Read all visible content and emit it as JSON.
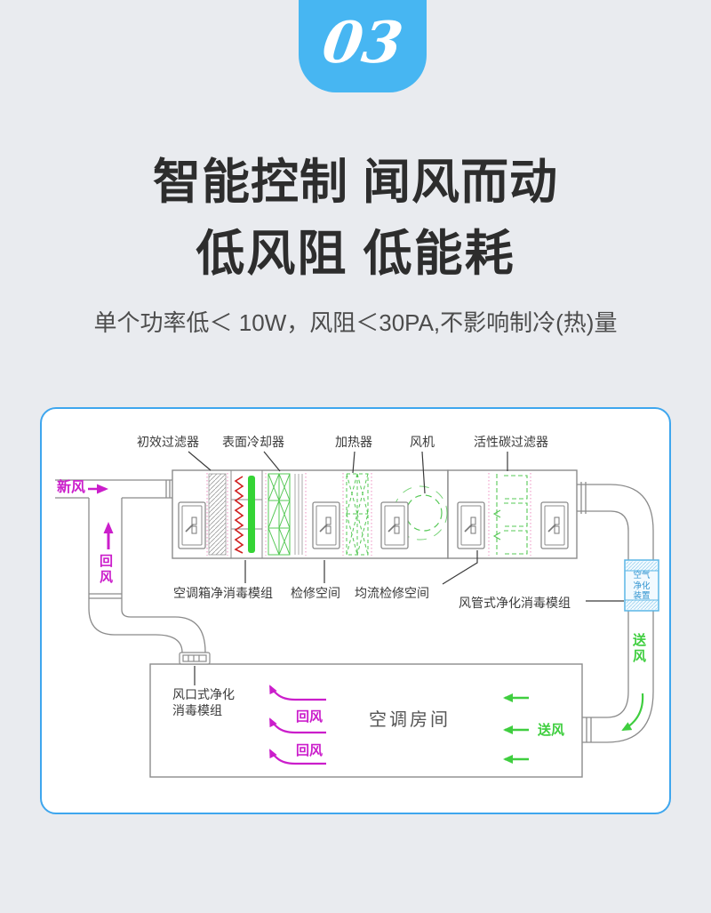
{
  "badge": {
    "number": "03"
  },
  "heading": {
    "line1": "智能控制 闻风而动",
    "line2": "低风阻 低能耗",
    "subtitle": "单个功率低＜ 10W，风阻＜30PA,不影响制冷(热)量"
  },
  "diagram": {
    "component_labels": {
      "pre_filter": "初效过滤器",
      "surface_cooler": "表面冷却器",
      "heater": "加热器",
      "fan": "风机",
      "carbon_filter": "活性碳过滤器",
      "ahu_disinfection_module": "空调箱净消毒模组",
      "service_space": "检修空间",
      "flow_service_space": "均流检修空间",
      "duct_disinfection_module": "风管式净化消毒模组",
      "vent_module_line1": "风口式净化",
      "vent_module_line2": "消毒模组"
    },
    "purifier_box": {
      "lines": [
        "空气",
        "净化",
        "装置"
      ]
    },
    "flows": {
      "fresh_air": "新风",
      "return_air_duct": "回风",
      "supply_air_duct": "送风",
      "room_return": "回风",
      "room_supply": "送风"
    },
    "room": {
      "name": "空调房间"
    },
    "colors": {
      "accent_blue": "#47b6f2",
      "panel_border": "#3ea6ee",
      "magenta_flow": "#cb1ecb",
      "green_flow": "#3fce3f",
      "module_red": "#d01f1f",
      "line_gray": "#8b8b8b"
    }
  }
}
